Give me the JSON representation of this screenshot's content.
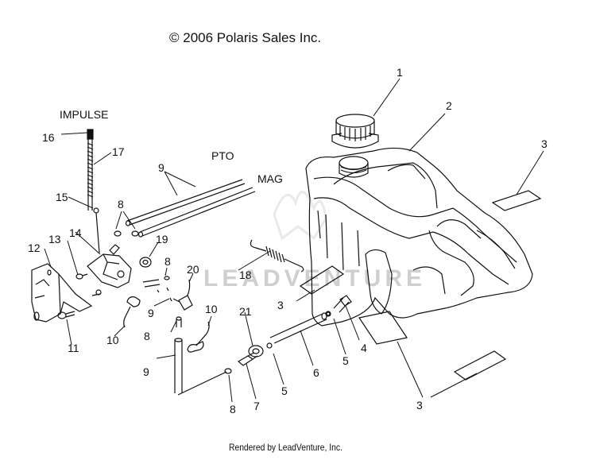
{
  "copyright": "© 2006 Polaris Sales Inc.",
  "footer": "Rendered by LeadVenture, Inc.",
  "watermark": "LEADVENTURE",
  "words": {
    "impulse": "IMPULSE",
    "pto": "PTO",
    "mag": "MAG"
  },
  "callouts": {
    "c1": "1",
    "c2": "2",
    "c3a": "3",
    "c3b": "3",
    "c3c": "3",
    "c4": "4",
    "c5a": "5",
    "c5b": "5",
    "c6": "6",
    "c7": "7",
    "c8a": "8",
    "c8b": "8",
    "c8c": "8",
    "c8d": "8",
    "c9a": "9",
    "c9b": "9",
    "c9c": "9",
    "c10a": "10",
    "c10b": "10",
    "c11": "11",
    "c12": "12",
    "c13": "13",
    "c14": "14",
    "c15": "15",
    "c16": "16",
    "c17": "17",
    "c18": "18",
    "c19": "19",
    "c20": "20",
    "c21": "21"
  },
  "colors": {
    "ink": "#111111",
    "watermark": "#cfcfcf"
  }
}
